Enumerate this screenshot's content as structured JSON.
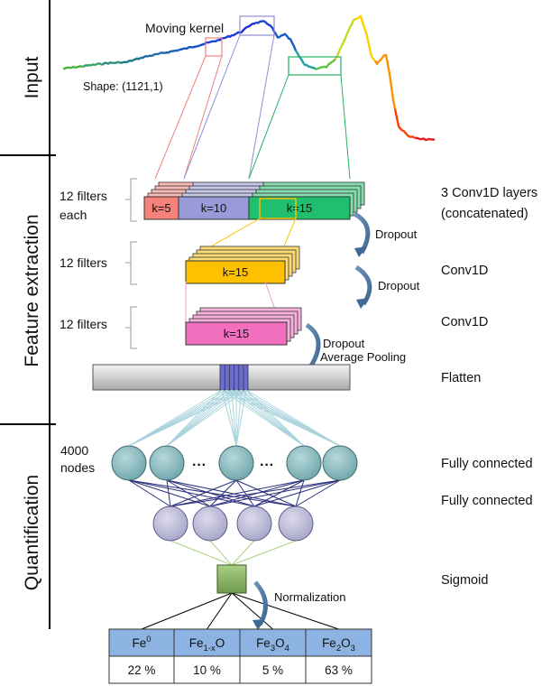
{
  "sections": {
    "input": "Input",
    "feature_extraction": "Feature extraction",
    "quantification": "Quantification"
  },
  "input": {
    "moving_kernel": "Moving kernel",
    "shape": "Shape: (1121,1)"
  },
  "conv_block_1": {
    "filters_line1": "12 filters",
    "filters_line2": "each",
    "kernels": [
      "k=5",
      "k=10",
      "k=15"
    ],
    "right_line1": "3 Conv1D layers",
    "right_line2": "(concatenated)",
    "colors": [
      "#f4827a",
      "#9a9ad8",
      "#1fbf6e"
    ]
  },
  "conv_block_2": {
    "filters": "12 filters",
    "kernel": "k=15",
    "right": "Conv1D",
    "color": "#ffc000"
  },
  "conv_block_3": {
    "filters": "12 filters",
    "kernel": "k=15",
    "right": "Conv1D",
    "color": "#f26fc0"
  },
  "dropouts": [
    "Dropout",
    "Dropout",
    "Dropout"
  ],
  "average_pooling": "Average Pooling",
  "flatten": "Flatten",
  "dense": {
    "nodes_line1": "4000",
    "nodes_line2": "nodes",
    "ellipsis": "···",
    "fc1": "Fully connected",
    "fc2": "Fully connected",
    "node_color_1": "#8fc0c4",
    "node_color_2": "#c3c2dc"
  },
  "output": {
    "sigmoid": "Sigmoid",
    "normalization": "Normalization",
    "color": "#90b86a"
  },
  "table": {
    "headers": [
      {
        "base": "Fe",
        "sub": "",
        "sup": "0",
        "after": ""
      },
      {
        "base": "Fe",
        "sub": "1-x",
        "sup": "",
        "after": "O"
      },
      {
        "base": "Fe",
        "sub": "3",
        "sup": "",
        "after": "O",
        "sub2": "4"
      },
      {
        "base": "Fe",
        "sub": "2",
        "sup": "",
        "after": "O",
        "sub2": "3"
      }
    ],
    "values": [
      "22 %",
      "10 %",
      "5 %",
      "63 %"
    ],
    "header_color": "#8db3e2"
  }
}
